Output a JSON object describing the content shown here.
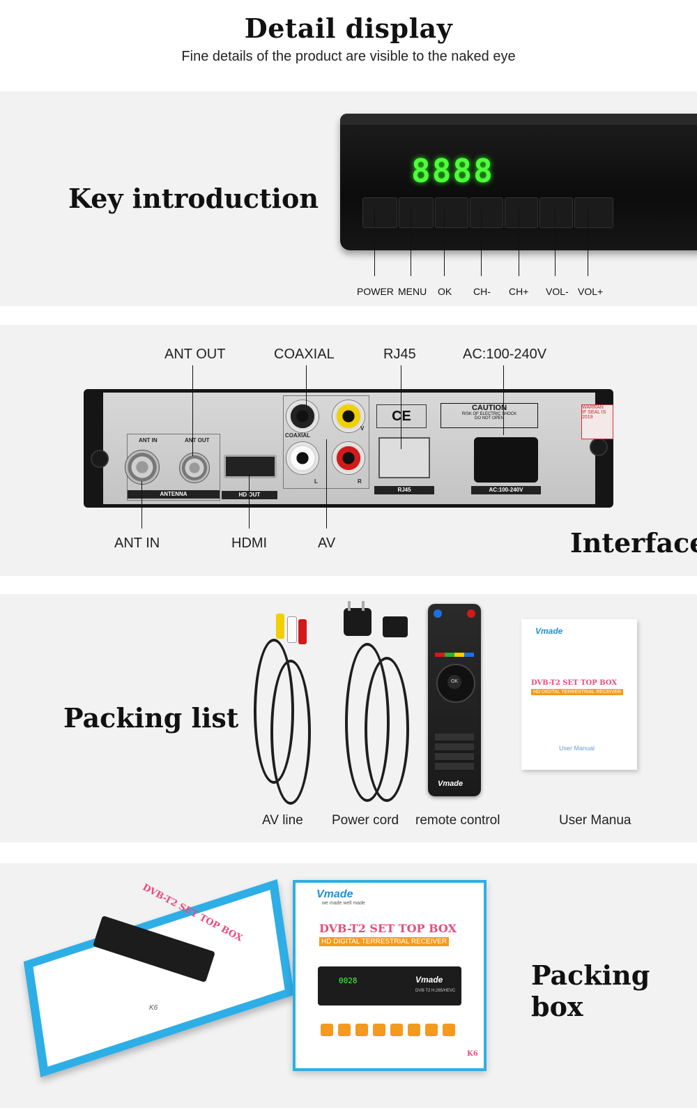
{
  "header": {
    "title": "Detail display",
    "subtitle": "Fine details of the product are visible to the naked eye"
  },
  "key_intro": {
    "title": "Key introduction",
    "display": "8888",
    "labels": [
      "POWER",
      "MENU",
      "OK",
      "CH-",
      "CH+",
      "VOL-",
      "VOL+"
    ]
  },
  "interface": {
    "title": "Interface",
    "top_labels": [
      "ANT OUT",
      "COAXIAL",
      "RJ45",
      "AC:100-240V"
    ],
    "bottom_labels": [
      "ANT IN",
      "HDMI",
      "AV"
    ],
    "panel_labels": {
      "ant_in": "ANT IN",
      "ant_out": "ANT OUT",
      "antenna": "ANTENNA",
      "hd_out": "HD OUT",
      "coaxial": "COAXIAL",
      "rj45": "RJ45",
      "ac": "AC:100-240V",
      "caution": "CAUTION",
      "caution_sub": "RISK OF ELECTRIC SHOCK",
      "caution_sub2": "DO NOT OPEN",
      "l": "L",
      "r": "R",
      "v": "V",
      "warranty": "WARRAN",
      "seal": "IF SEAL IS",
      "year": "2019",
      "ce": "CE"
    }
  },
  "packing_list": {
    "title": "Packing list",
    "items": [
      "AV line",
      "Power cord",
      "remote control",
      "User Manua"
    ],
    "remote_brand": "Vmade",
    "manual_brand": "Vmade",
    "manual_title": "DVB-T2 SET TOP BOX",
    "manual_subtitle": "HD DIGITAL TERRESTRIAL RECEIVER",
    "manual_footer": "User Manual"
  },
  "packing_box": {
    "title": "Packing box",
    "brand": "Vmade",
    "tagline": "we made well made",
    "box_title": "DVB-T2 SET TOP BOX",
    "box_subtitle": "HD DIGITAL TERRESTRIAL RECEIVER",
    "model": "K6",
    "display": "0028",
    "device_text": "DVB-T2 H.265/HEVC"
  },
  "colors": {
    "band": "#f2f2f2",
    "display_green": "#4dff3a",
    "box_blue": "#2eaee6",
    "brand_blue": "#1f8fd8",
    "accent_orange": "#f39a1f",
    "accent_pink": "#e84c7a"
  }
}
